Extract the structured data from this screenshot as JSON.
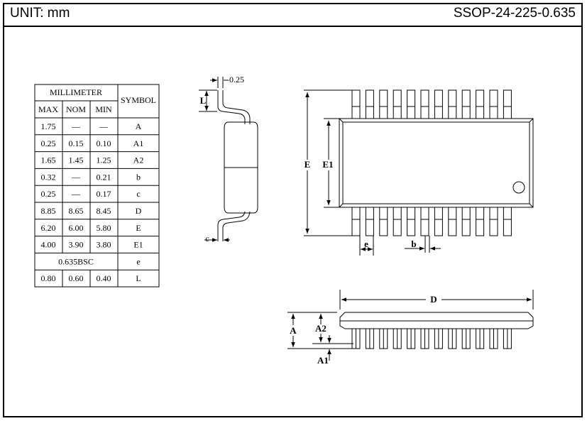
{
  "header": {
    "unit": "UNIT: mm",
    "package": "SSOP-24-225-0.635"
  },
  "table": {
    "group_header": "MILLIMETER",
    "symbol_header": "SYMBOL",
    "columns": [
      "MAX",
      "NOM",
      "MIN"
    ],
    "rows": [
      {
        "max": "1.75",
        "nom": "—",
        "min": "—",
        "symbol": "A"
      },
      {
        "max": "0.25",
        "nom": "0.15",
        "min": "0.10",
        "symbol": "A1"
      },
      {
        "max": "1.65",
        "nom": "1.45",
        "min": "1.25",
        "symbol": "A2"
      },
      {
        "max": "0.32",
        "nom": "—",
        "min": "0.21",
        "symbol": "b"
      },
      {
        "max": "0.25",
        "nom": "—",
        "min": "0.17",
        "symbol": "c"
      },
      {
        "max": "8.85",
        "nom": "8.65",
        "min": "8.45",
        "symbol": "D"
      },
      {
        "max": "6.20",
        "nom": "6.00",
        "min": "5.80",
        "symbol": "E"
      },
      {
        "max": "4.00",
        "nom": "3.90",
        "min": "3.80",
        "symbol": "E1"
      },
      {
        "span": "0.635BSC",
        "symbol": "e"
      },
      {
        "max": "0.80",
        "nom": "0.60",
        "min": "0.40",
        "symbol": "L"
      }
    ]
  },
  "labels": {
    "dim_025": "0.25",
    "L": "L",
    "c": "c",
    "E": "E",
    "E1": "E1",
    "e": "e",
    "b": "b",
    "D": "D",
    "A": "A",
    "A2": "A2",
    "A1": "A1"
  },
  "package_geometry": {
    "pins_per_side": 12
  }
}
